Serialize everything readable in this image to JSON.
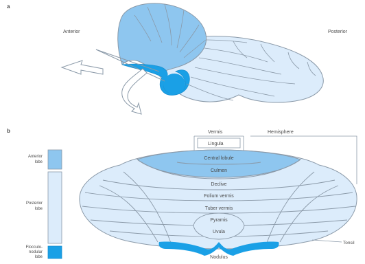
{
  "panel_a": {
    "letter": "a",
    "anterior": "Anterior",
    "posterior": "Posterior"
  },
  "panel_b": {
    "letter": "b",
    "header_vermis": "Vermis",
    "header_hemisphere": "Hemisphere",
    "lingula": "Lingula",
    "lobules": [
      "Central lobule",
      "Culmen",
      "Declive",
      "Folium vermis",
      "Tuber vermis",
      "Pyramis",
      "Uvula",
      "Nodulus"
    ],
    "tonsil": "Tonsil",
    "legend": {
      "anterior_line1": "Anterior",
      "anterior_line2": "lobe",
      "posterior_line1": "Posterior",
      "posterior_line2": "lobe",
      "flocc_line1": "Flocculo-",
      "flocc_line2": "nodular",
      "flocc_line3": "lobe"
    }
  },
  "colors": {
    "anterior_lobe": "#8ec6ef",
    "posterior_lobe": "#dcecfb",
    "flocculonodular_lobe": "#1aa0e6",
    "outline": "#8a99a8"
  }
}
